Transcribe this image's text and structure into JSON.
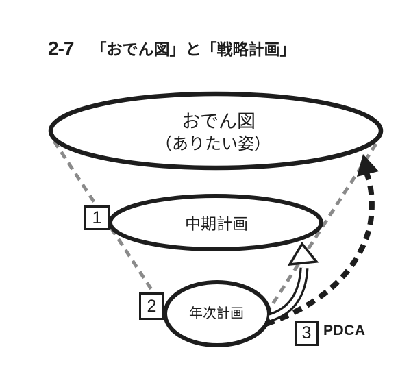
{
  "colors": {
    "ink": "#1d1d1d",
    "gray_dash": "#8a8a8a",
    "bg": "#ffffff"
  },
  "title": {
    "number": "2-7",
    "text": "「おでん図」と「戦略計画」"
  },
  "funnel": {
    "top": {
      "line1": "おでん図",
      "line2": "（ありたい姿）"
    },
    "middle": {
      "label": "中期計画"
    },
    "bottom": {
      "label": "年次計画"
    }
  },
  "markers": {
    "m1": "1",
    "m2": "2",
    "m3": "3",
    "pdca": "PDCA"
  }
}
